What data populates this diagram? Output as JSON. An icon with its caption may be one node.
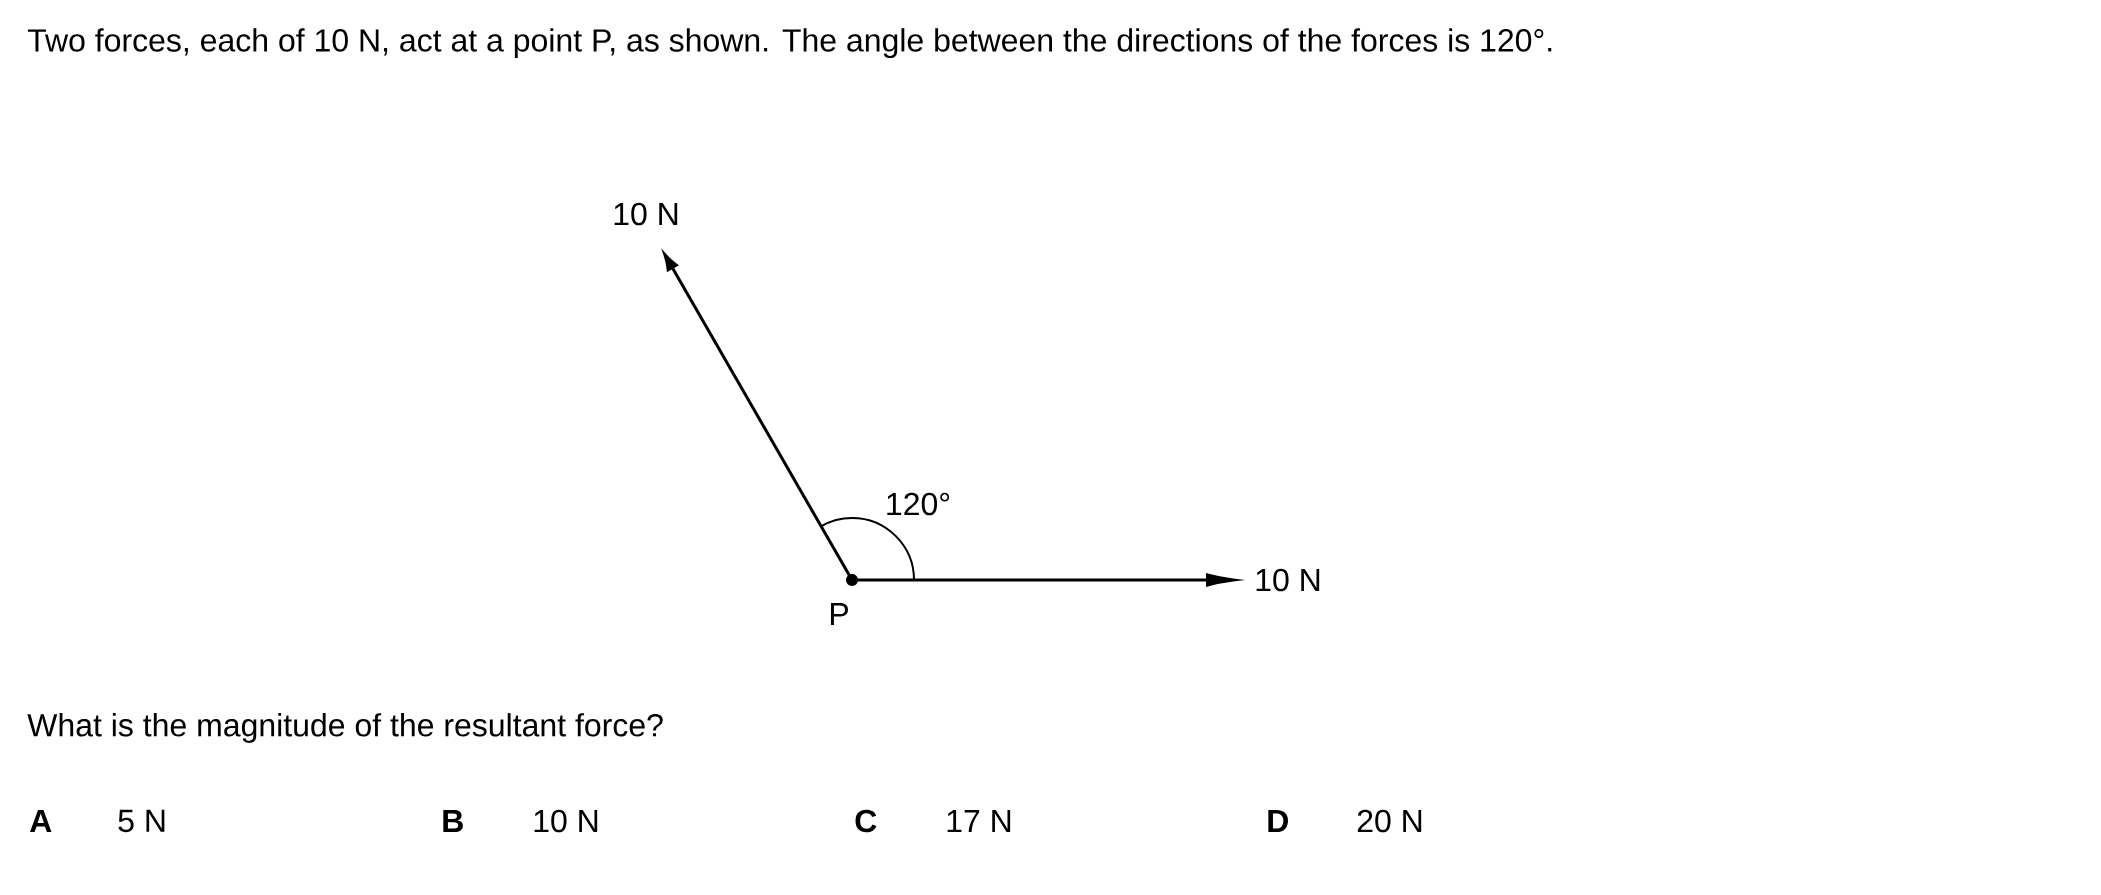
{
  "diagram": {
    "labels": [
      "Two forces, each of 10 N, act at a point P, as shown. The angle between the directions of the forces is 120°.",
      "10 N",
      "120°",
      "10 N",
      "P",
      "What is the magnitude of the resultant force?",
      "A",
      "5 N",
      "B",
      "10 N",
      "C",
      "17 N",
      "D",
      "20 N"
    ]
  }
}
